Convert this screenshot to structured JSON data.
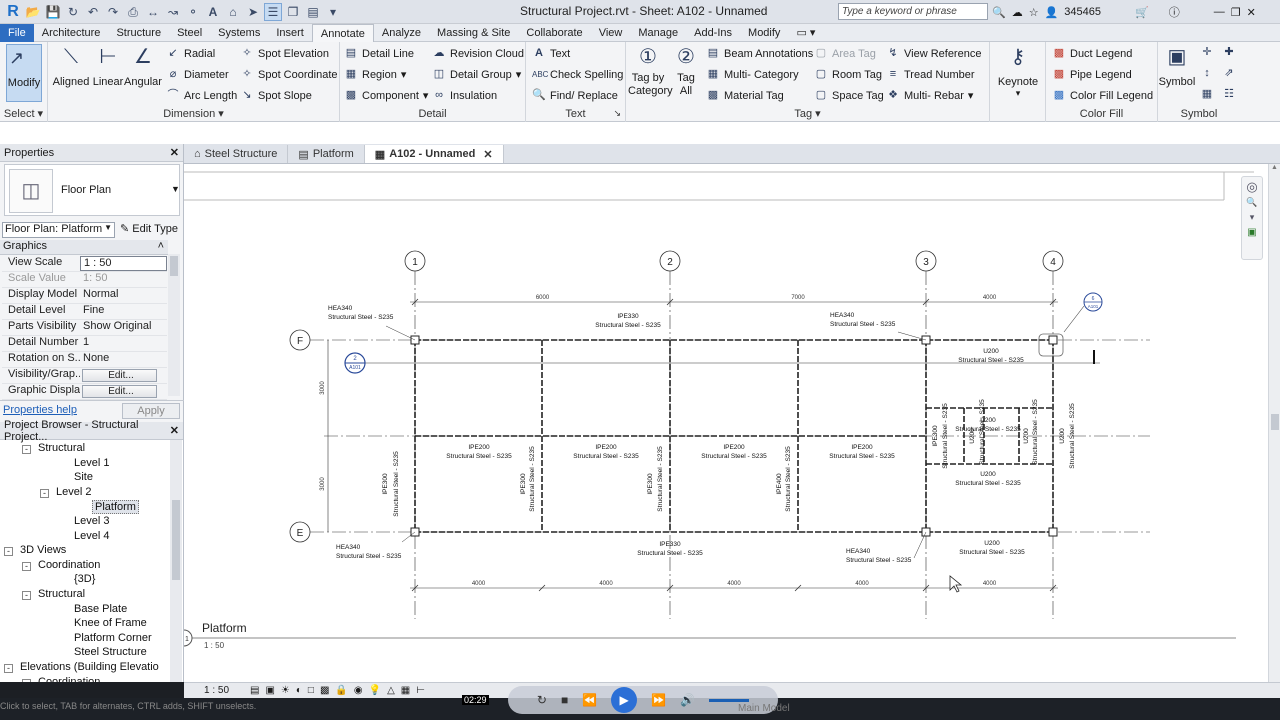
{
  "app": {
    "title": "Structural Project.rvt - Sheet: A102 - Unnamed",
    "search_placeholder": "Type a keyword or phrase",
    "user": "345465",
    "accent": "#2e6dc1"
  },
  "menu_tabs": [
    "File",
    "Architecture",
    "Structure",
    "Steel",
    "Systems",
    "Insert",
    "Annotate",
    "Analyze",
    "Massing & Site",
    "Collaborate",
    "View",
    "Manage",
    "Add-Ins",
    "Modify"
  ],
  "active_tab": "Annotate",
  "ribbon": {
    "select": {
      "modify": "Modify",
      "label": "Select"
    },
    "dimension": {
      "aligned": "Aligned",
      "linear": "Linear",
      "angular": "Angular",
      "radial": "Radial",
      "diameter": "Diameter",
      "arc_length": "Arc  Length",
      "spot_elevation": "Spot  Elevation",
      "spot_coordinate": "Spot  Coordinate",
      "spot_slope": "Spot  Slope",
      "label": "Dimension"
    },
    "detail": {
      "detail_line": "Detail  Line",
      "region": "Region",
      "component": "Component",
      "revision_cloud": "Revision  Cloud",
      "detail_group": "Detail  Group",
      "insulation": "Insulation",
      "label": "Detail"
    },
    "text": {
      "text": "Text",
      "check_spelling": "Check  Spelling",
      "find_replace": "Find/  Replace",
      "label": "Text"
    },
    "tag": {
      "tag_by_category": "Tag by Category",
      "tag_all": "Tag All",
      "beam_annotations": "Beam  Annotations",
      "multi_category": "Multi-  Category",
      "material_tag": "Material  Tag",
      "area_tag": "Area  Tag",
      "room_tag": "Room  Tag",
      "space_tag": "Space  Tag",
      "view_reference": "View  Reference",
      "tread_number": "Tread  Number",
      "multi_rebar": "Multi- Rebar",
      "keynote": "Keynote",
      "label": "Tag"
    },
    "color_fill": {
      "duct_legend": "Duct  Legend",
      "pipe_legend": "Pipe  Legend",
      "color_fill_legend": "Color Fill  Legend",
      "label": "Color Fill"
    },
    "symbol": {
      "symbol": "Symbol",
      "label": "Symbol"
    }
  },
  "view_tabs": [
    {
      "label": "Steel Structure"
    },
    {
      "label": "Platform"
    },
    {
      "label": "A102 - Unnamed"
    }
  ],
  "properties": {
    "title": "Properties",
    "type": "Floor Plan",
    "selector": "Floor Plan: Platform",
    "edit_type": "Edit Type",
    "group": "Graphics",
    "rows": [
      {
        "k": "View Scale",
        "v": "1 : 50"
      },
      {
        "k": "Scale Value",
        "v": "1:  50"
      },
      {
        "k": "Display Model",
        "v": "Normal"
      },
      {
        "k": "Detail Level",
        "v": "Fine"
      },
      {
        "k": "Parts Visibility",
        "v": "Show Original"
      },
      {
        "k": "Detail Number",
        "v": "1"
      },
      {
        "k": "Rotation on S...",
        "v": "None"
      },
      {
        "k": "Visibility/Grap...",
        "v": "Edit..."
      },
      {
        "k": "Graphic Displa...",
        "v": "Edit..."
      }
    ],
    "help": "Properties help",
    "apply": "Apply"
  },
  "browser": {
    "title": "Project Browser - Structural Project...",
    "items": [
      {
        "label": "Structural",
        "depth": 2,
        "toggle": "-"
      },
      {
        "label": "Level 1",
        "depth": 4
      },
      {
        "label": "Site",
        "depth": 4
      },
      {
        "label": "Level 2",
        "depth": 3,
        "toggle": "-"
      },
      {
        "label": "Platform",
        "depth": 5,
        "selected": true
      },
      {
        "label": "Level 3",
        "depth": 4
      },
      {
        "label": "Level 4",
        "depth": 4
      },
      {
        "label": "3D Views",
        "depth": 1,
        "toggle": "-"
      },
      {
        "label": "Coordination",
        "depth": 2,
        "toggle": "-"
      },
      {
        "label": "{3D}",
        "depth": 4
      },
      {
        "label": "Structural",
        "depth": 2,
        "toggle": "-"
      },
      {
        "label": "Base Plate",
        "depth": 4
      },
      {
        "label": "Knee of Frame",
        "depth": 4
      },
      {
        "label": "Platform Corner",
        "depth": 4
      },
      {
        "label": "Steel Structure",
        "depth": 4
      },
      {
        "label": "Elevations (Building Elevatio",
        "depth": 1,
        "toggle": "-"
      },
      {
        "label": "Coordination",
        "depth": 2,
        "toggle": "-"
      }
    ]
  },
  "drawing": {
    "grids_v": [
      "1",
      "2",
      "3",
      "4"
    ],
    "grids_h": [
      "F",
      "E"
    ],
    "top_dims": [
      "6000",
      "7000",
      "4000"
    ],
    "bottom_dims": [
      "4000",
      "4000",
      "4000",
      "4000",
      "4000"
    ],
    "side_dims": [
      "3000",
      "3000"
    ],
    "labels": {
      "hea340_tl": [
        "HEA340",
        "Structural Steel - S235"
      ],
      "ipe330_top": [
        "IPE330",
        "Structural Steel - S235"
      ],
      "hea340_tr": [
        "HEA340",
        "Structural Steel - S235"
      ],
      "u200_top": [
        "U200",
        "Structural Steel - S235"
      ],
      "ipe200": [
        "IPE200",
        "Structural Steel - S235"
      ],
      "u200_mid1": [
        "U200",
        "Structural Steel - S235"
      ],
      "u200_mid2": [
        "U200",
        "Structural Steel - S235"
      ],
      "hea340_bl": [
        "HEA340",
        "Structural Steel - S235"
      ],
      "ipe330_bot": [
        "IPE330",
        "Structural Steel - S235"
      ],
      "hea340_br": [
        "HEA340",
        "Structural Steel - S235"
      ],
      "u200_bot": [
        "U200",
        "Structural Steel - S235"
      ],
      "ipe300": "IPE300",
      "ipe400": "IPE400",
      "u200": "U200",
      "steel_v": "Structural Steel - S235"
    },
    "section_tag": {
      "num": "2",
      "sheet": "A101"
    },
    "elev_tag": {
      "num": "6",
      "sheet": "A101"
    },
    "view_title": "Platform",
    "view_scale": "1 : 50",
    "view_number": "1"
  },
  "status": {
    "scale": "1 : 50",
    "time": "02:29",
    "hint": "Click to select, TAB for alternates, CTRL adds, SHIFT unselects.",
    "model": "Main Model"
  }
}
